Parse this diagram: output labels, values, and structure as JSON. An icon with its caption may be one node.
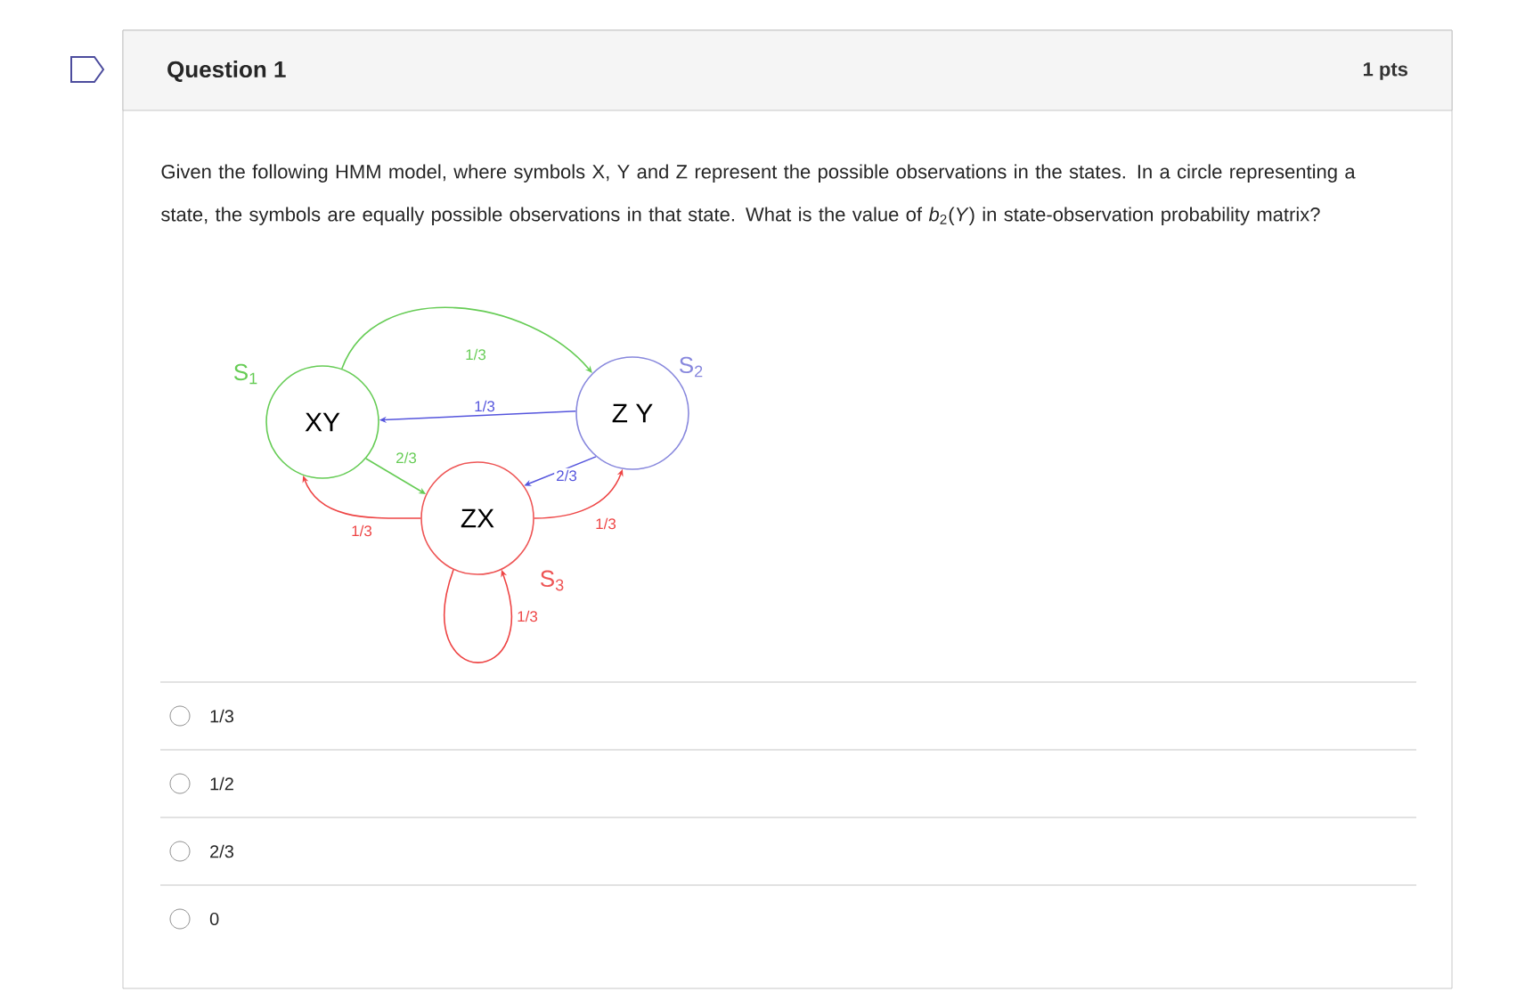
{
  "diagram": {
    "title": "Question 1",
    "nodes": [
      {
        "text": [
          "XY"
        ],
        "beside": [
          "S$_{1}$"
        ]
      },
      {
        "text": [
          "Z Y"
        ],
        "beside": [
          "S$_{2}$"
        ]
      },
      {
        "text": [
          "ZX"
        ],
        "beside": [
          "S$_{3}$"
        ]
      }
    ],
    "edges": [
      {
        "from": 0,
        "to": 1,
        "arrow": "to",
        "label": "1/3",
        "color": "#66cc55"
      },
      {
        "from": 1,
        "to": 0,
        "arrow": "to",
        "label": "1/3",
        "color": "#5555dd"
      },
      {
        "from": 0,
        "to": 2,
        "arrow": "to",
        "label": "2/3",
        "color": "#66cc55"
      },
      {
        "from": 1,
        "to": 2,
        "arrow": "to",
        "label": "2/3",
        "color": "#5555dd"
      },
      {
        "from": 2,
        "to": 0,
        "arrow": "to",
        "label": "1/3",
        "color": "#ee4444"
      },
      {
        "from": 2,
        "to": 1,
        "arrow": "to",
        "label": "1/3",
        "color": "#ee4444"
      },
      {
        "from": 2,
        "to": 2,
        "arrow": "to",
        "label": "1/3",
        "color": "#ee4444"
      }
    ],
    "labels": [
      "1 pts",
      "Given the following HMM model, where symbols X, Y and Z represent the possible observations in the states. In a circle representing a state, the symbols are equally possible observations in that state. What is the value of *b*$_{2}$(*Y*) in state-observation probability matrix?",
      "1/3",
      "1/2",
      "2/3",
      "0"
    ]
  }
}
